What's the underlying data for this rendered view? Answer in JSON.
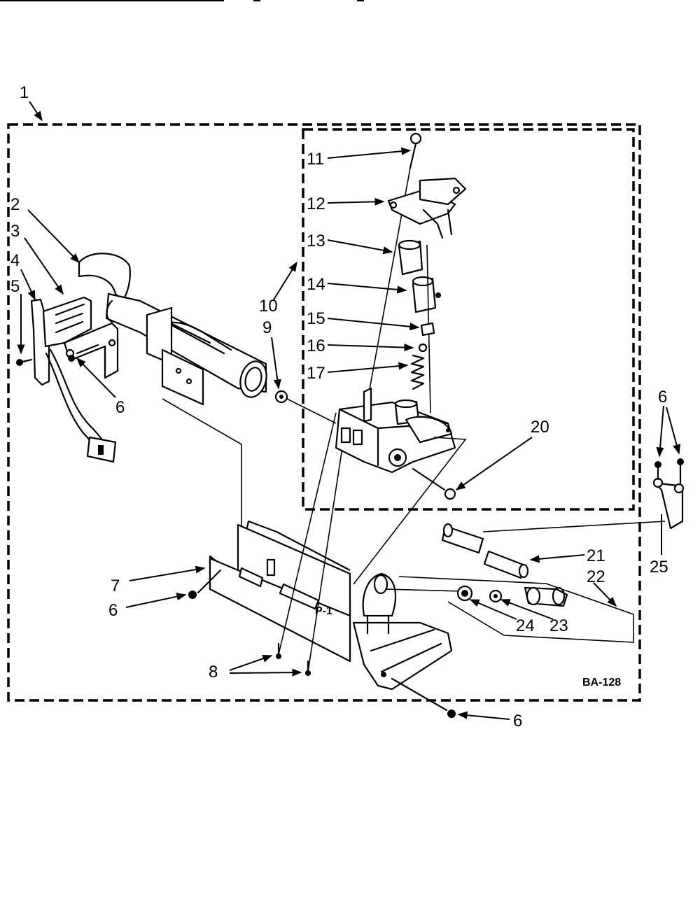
{
  "diagram": {
    "drawing_code": "BA-128",
    "callouts": {
      "c1": "1",
      "c2": "2",
      "c3": "3",
      "c4": "4",
      "c5": "5",
      "c6a": "6",
      "c6b": "6",
      "c6c": "6",
      "c6d": "6",
      "c7": "7",
      "c8": "8",
      "c9": "9",
      "c10": "10",
      "c11": "11",
      "c12": "12",
      "c13": "13",
      "c14": "14",
      "c15": "15",
      "c16": "16",
      "c17": "17",
      "c20": "20",
      "c21": "21",
      "c22": "22",
      "c23": "23",
      "c24": "24",
      "c25": "25"
    }
  }
}
